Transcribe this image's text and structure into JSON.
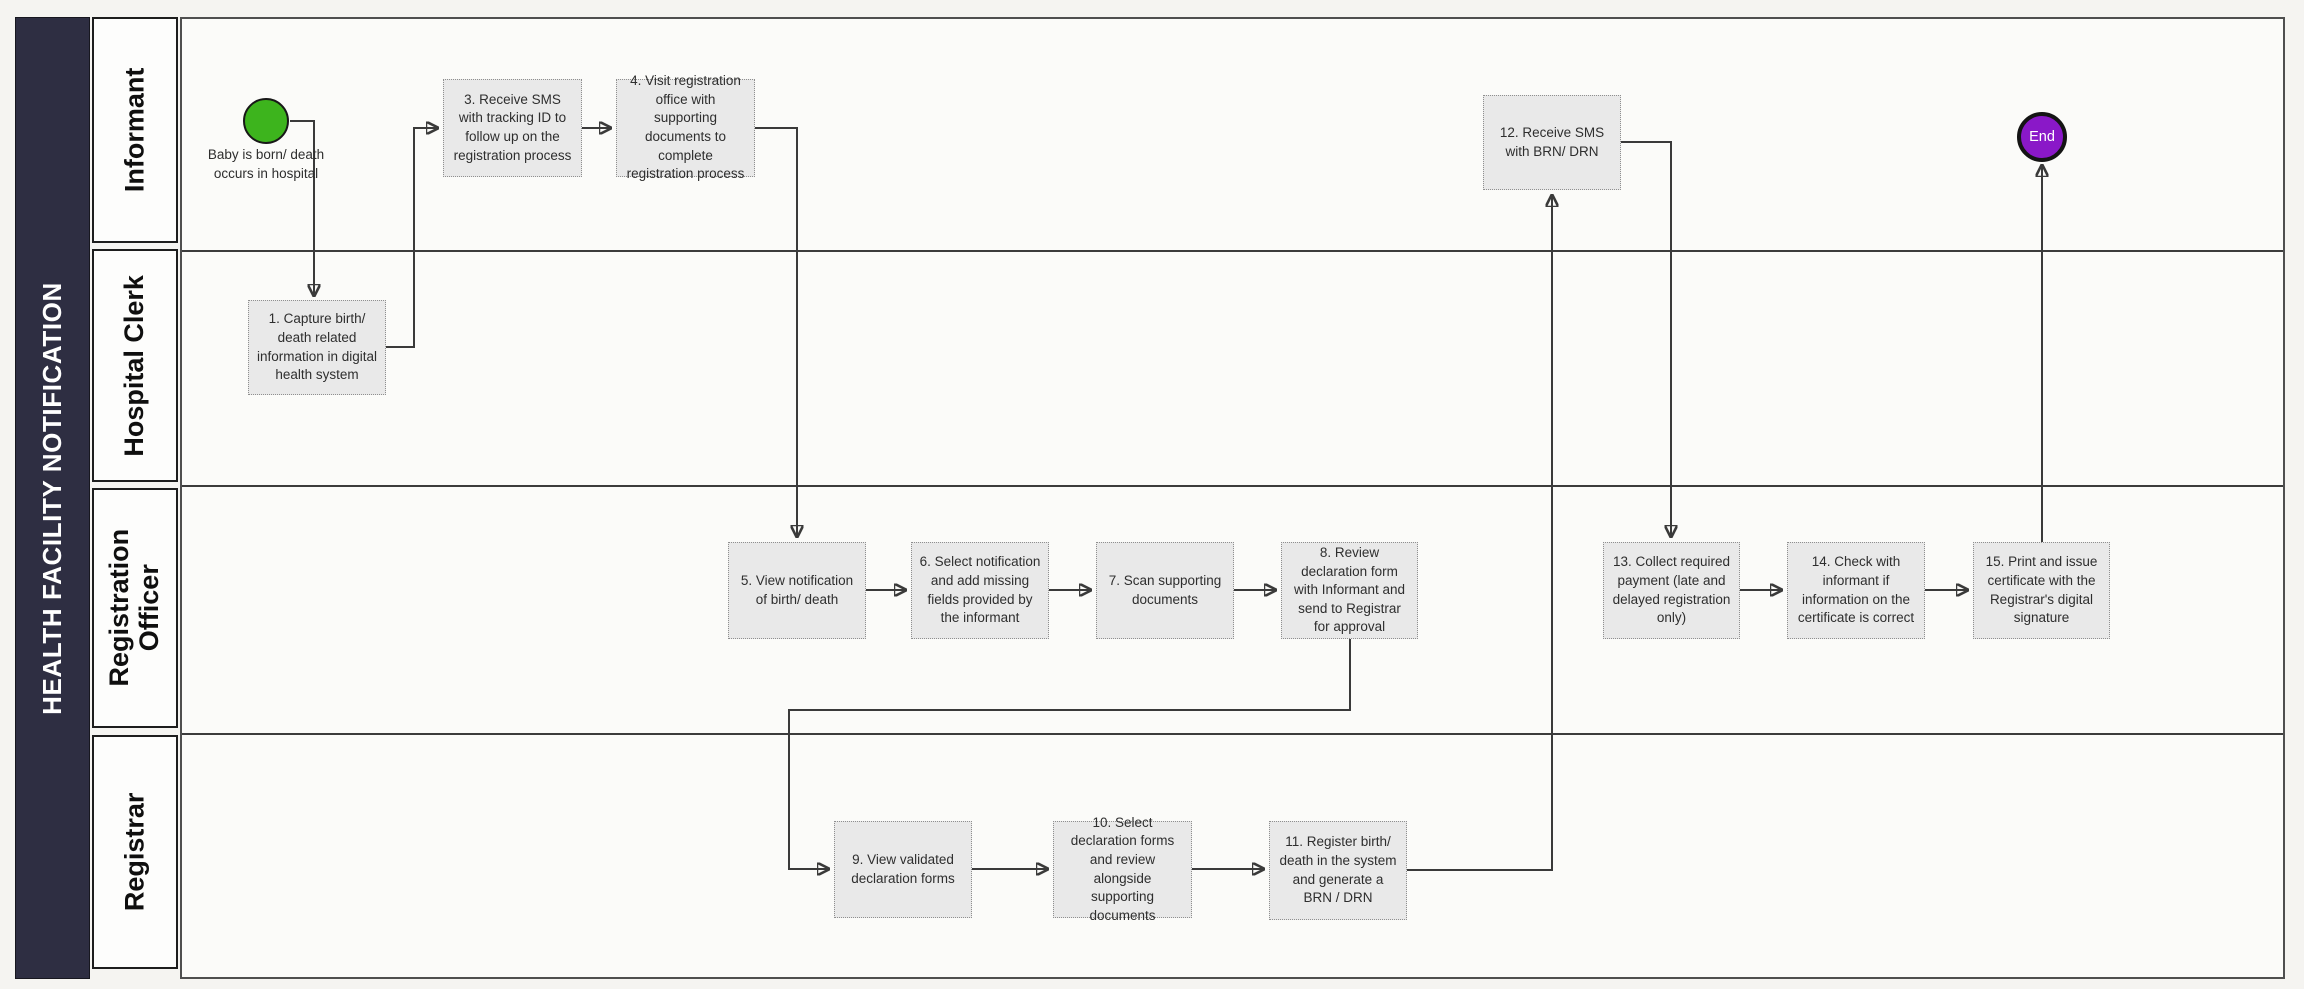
{
  "title": "HEALTH FACILITY NOTIFICATION",
  "lanes": [
    {
      "label": "Informant"
    },
    {
      "label": "Hospital Clerk"
    },
    {
      "label": "Registration Officer"
    },
    {
      "label": "Registrar"
    }
  ],
  "start": {
    "caption": "Baby is born/ death occurs in hospital"
  },
  "end": {
    "label": "End"
  },
  "tasks": {
    "t1": {
      "label": "1. Capture birth/ death related information in digital health system"
    },
    "t3": {
      "label": "3. Receive SMS with tracking ID to follow up on the registration process"
    },
    "t4": {
      "label": "4. Visit registration office with supporting documents to complete registration process"
    },
    "t5": {
      "label": "5. View notification of birth/ death"
    },
    "t6": {
      "label": "6. Select notification and add missing fields provided by the informant"
    },
    "t7": {
      "label": "7. Scan supporting documents"
    },
    "t8": {
      "label": "8. Review declaration form with Informant and send to Registrar for approval"
    },
    "t9": {
      "label": "9. View validated declaration forms"
    },
    "t10": {
      "label": "10. Select declaration forms and review alongside supporting documents"
    },
    "t11": {
      "label": "11. Register birth/ death in the system and generate a BRN / DRN"
    },
    "t12": {
      "label": "12. Receive SMS with BRN/ DRN"
    },
    "t13": {
      "label": "13. Collect required payment (late and delayed registration only)"
    },
    "t14": {
      "label": "14. Check with informant if information on the certificate is correct"
    },
    "t15": {
      "label": "15.  Print and issue certificate with the Registrar's digital signature"
    }
  },
  "colors": {
    "pool_header": "#2e2e42",
    "task_fill": "#e9e9e9",
    "start_event": "#3db41d",
    "end_event": "#8a18c8",
    "connector": "#3a3a3a"
  }
}
